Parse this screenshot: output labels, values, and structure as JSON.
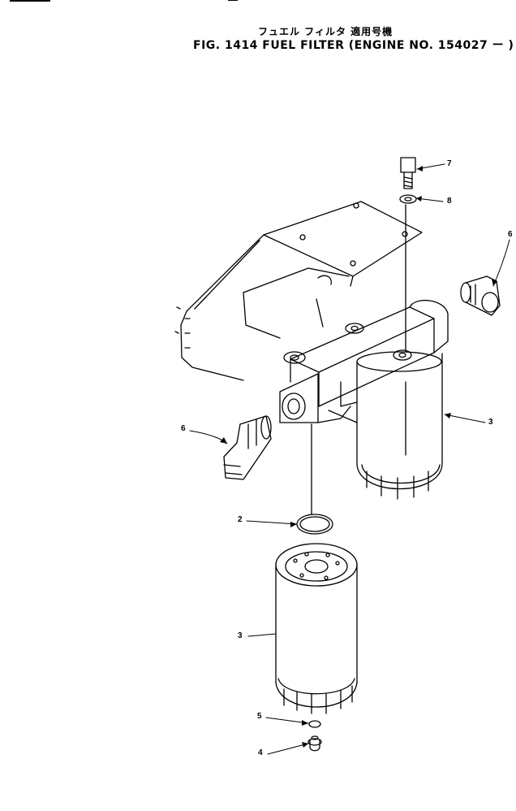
{
  "title": {
    "jp": "フュエル フィルタ 適用号機",
    "en": "FIG. 1414  FUEL  FILTER  (ENGINE  NO.  154027 ー )"
  },
  "callouts": {
    "bolt": "7",
    "washer": "8",
    "elbow_right": "6",
    "elbow_left": "6",
    "filter_installed": "3",
    "o_ring": "2",
    "filter_cartridge": "3",
    "gasket": "5",
    "drain_plug": "4"
  }
}
